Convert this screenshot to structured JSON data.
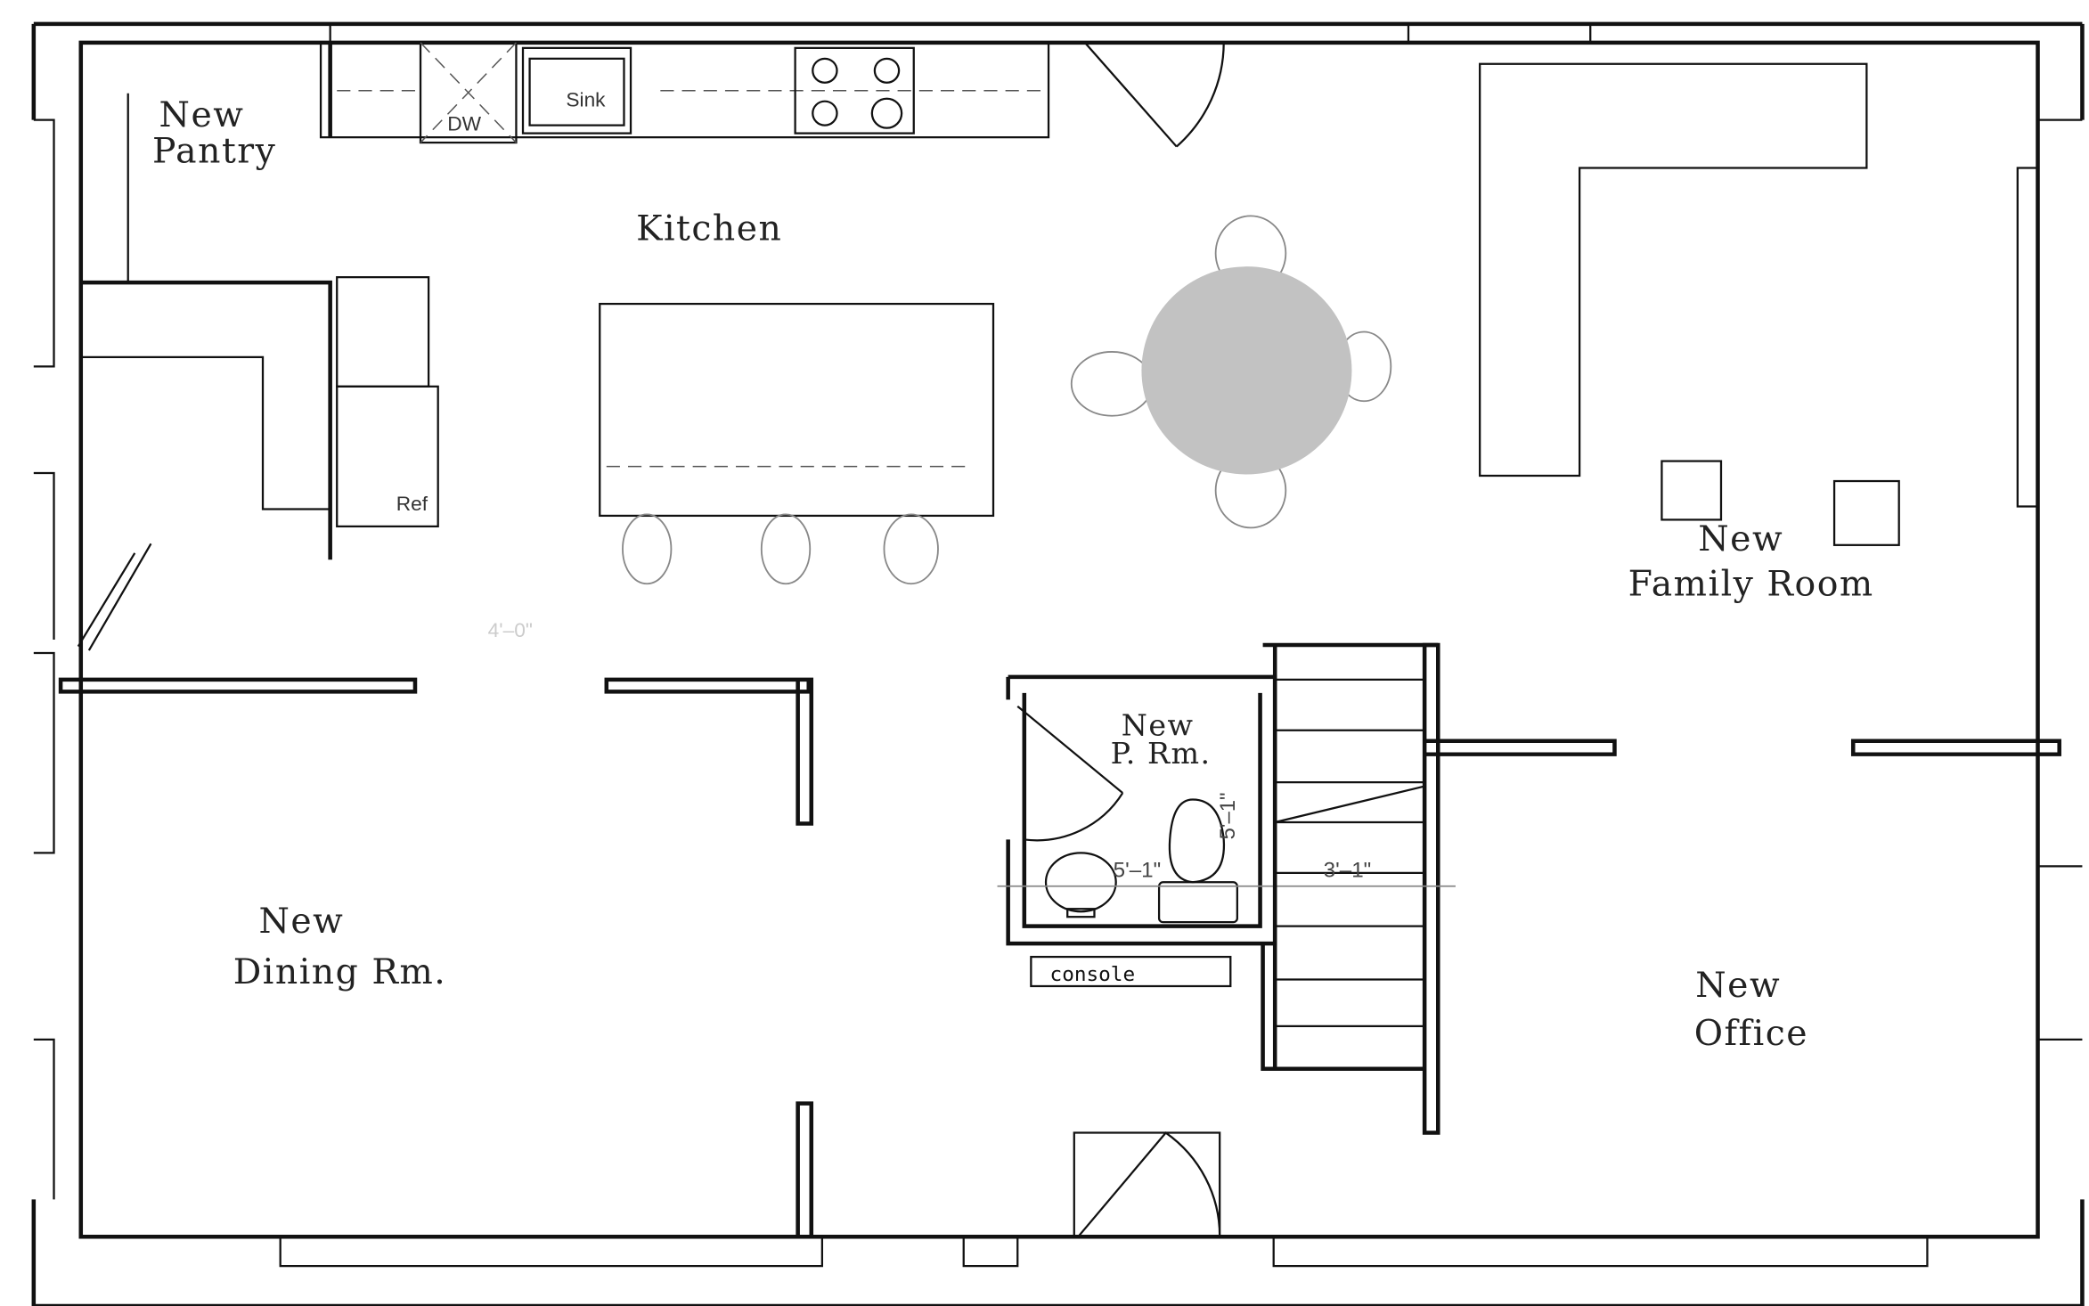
{
  "rooms": {
    "pantry": [
      "New",
      "Pantry"
    ],
    "kitchen": "Kitchen",
    "family": [
      "New",
      "Family Room"
    ],
    "powder": [
      "New",
      "P. Rm."
    ],
    "dining": [
      "New",
      "Dining Rm."
    ],
    "office": [
      "New",
      "Office"
    ]
  },
  "fixtures": {
    "dishwasher": "DW",
    "sink": "Sink",
    "fridge": "Ref",
    "console": "console"
  },
  "dimensions": {
    "proom_width": "5'–1\"",
    "proom_depth": "5'–1\"",
    "stair_width": "3'–1\"",
    "opening": "4'–0\""
  },
  "colors": {
    "table": "#c2c2c2",
    "line": "#111111"
  }
}
